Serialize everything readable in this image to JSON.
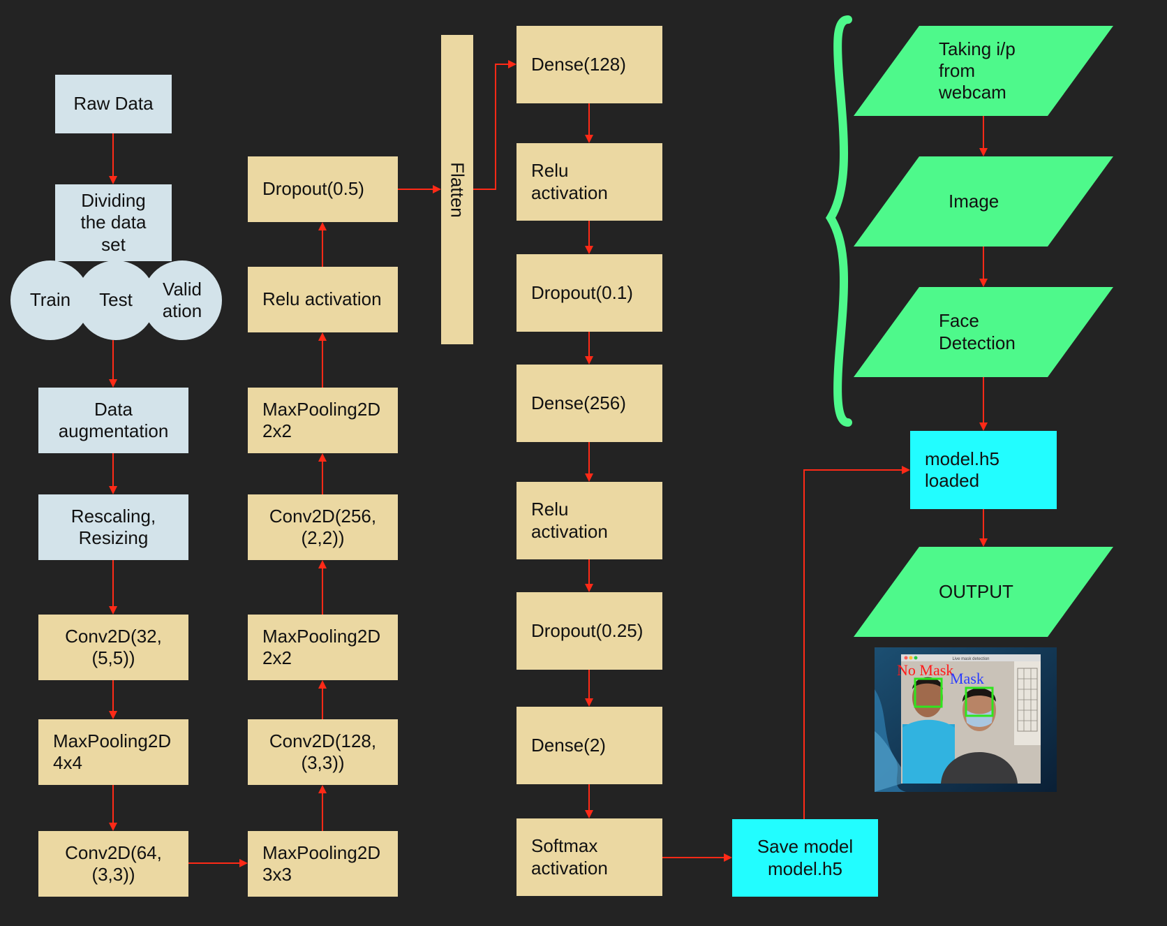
{
  "column1": {
    "raw_data": "Raw Data",
    "dividing": [
      "Dividing",
      "the data",
      "set"
    ],
    "splits": {
      "train": "Train",
      "test": "Test",
      "validation": [
        "Valid",
        "ation"
      ]
    },
    "augmentation": [
      "Data",
      "augmentation"
    ],
    "rescaling": [
      "Rescaling,",
      "Resizing"
    ],
    "conv32": [
      "Conv2D(32,",
      "(5,5))"
    ],
    "maxpool4": [
      "MaxPooling2D",
      "4x4"
    ],
    "conv64": [
      "Conv2D(64,",
      "(3,3))"
    ]
  },
  "column2": {
    "maxpool3": [
      "MaxPooling2D",
      "3x3"
    ],
    "conv128": [
      "Conv2D(128,",
      "(3,3))"
    ],
    "maxpool2a": [
      "MaxPooling2D",
      "2x2"
    ],
    "conv256": [
      "Conv2D(256,",
      "(2,2))"
    ],
    "maxpool2b": [
      "MaxPooling2D",
      "2x2"
    ],
    "relu": "Relu activation",
    "dropout05": "Dropout(0.5)"
  },
  "flatten": "Flatten",
  "column3": {
    "dense128": "Dense(128)",
    "relu1": [
      "Relu",
      "activation"
    ],
    "dropout01": "Dropout(0.1)",
    "dense256": "Dense(256)",
    "relu2": [
      "Relu",
      "activation"
    ],
    "dropout025": "Dropout(0.25)",
    "dense2": "Dense(2)",
    "softmax": [
      "Softmax",
      "activation"
    ]
  },
  "save_model": [
    "Save model",
    "model.h5"
  ],
  "pipeline": {
    "webcam": [
      "Taking i/p",
      "from",
      "webcam"
    ],
    "image": "Image",
    "face_detection": [
      "Face",
      "Detection"
    ],
    "model_loaded": [
      "model.h5",
      "loaded"
    ],
    "output": "OUTPUT"
  },
  "photo": {
    "window_title": "Live mask detection",
    "label_no_mask": "No Mask",
    "label_mask": "Mask"
  },
  "colors": {
    "background": "#232323",
    "data_box": "#d3e3ea",
    "layer_box": "#ebd8a2",
    "model_box": "#22fdff",
    "pipeline_shape": "#4ef98b",
    "arrow": "#ff2a17"
  }
}
